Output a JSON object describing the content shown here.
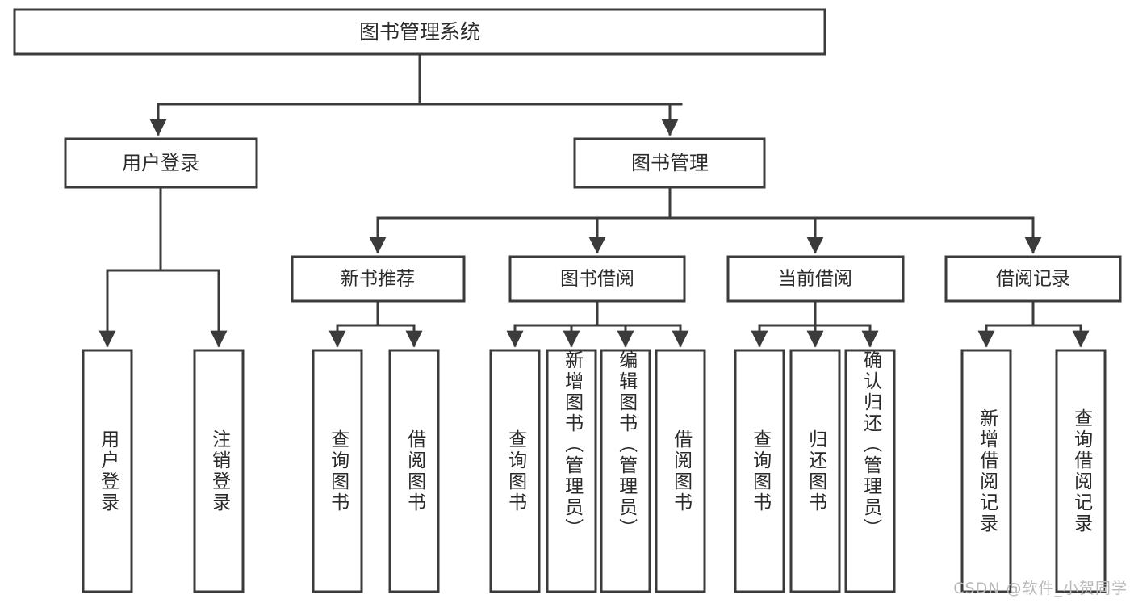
{
  "diagram": {
    "title": "图书管理系统",
    "type": "hierarchy-tree",
    "root": {
      "label": "图书管理系统"
    },
    "level2": [
      {
        "label": "用户登录"
      },
      {
        "label": "图书管理"
      }
    ],
    "level3": [
      {
        "label": "新书推荐"
      },
      {
        "label": "图书借阅"
      },
      {
        "label": "当前借阅"
      },
      {
        "label": "借阅记录"
      }
    ],
    "leaves": {
      "user_login": [
        {
          "label": "用户登录"
        },
        {
          "label": "注销登录"
        }
      ],
      "new_book_recommend": [
        {
          "label": "查询图书"
        },
        {
          "label": "借阅图书"
        }
      ],
      "book_borrow": [
        {
          "label": "查询图书"
        },
        {
          "label": "新增图书（管理员）"
        },
        {
          "label": "编辑图书（管理员）"
        },
        {
          "label": "借阅图书"
        }
      ],
      "current_borrow": [
        {
          "label": "查询图书"
        },
        {
          "label": "归还图书"
        },
        {
          "label": "确认归还（管理员）"
        }
      ],
      "borrow_record": [
        {
          "label": "新增借阅记录"
        },
        {
          "label": "查询借阅记录"
        }
      ]
    }
  },
  "watermark": {
    "text": "CSDN @软件_小贺同学"
  },
  "colors": {
    "box_stroke": "#3b3b3b",
    "box_fill": "#ffffff",
    "text": "#2b2b2b",
    "watermark": "#b9b9b9",
    "background": "#ffffff"
  }
}
